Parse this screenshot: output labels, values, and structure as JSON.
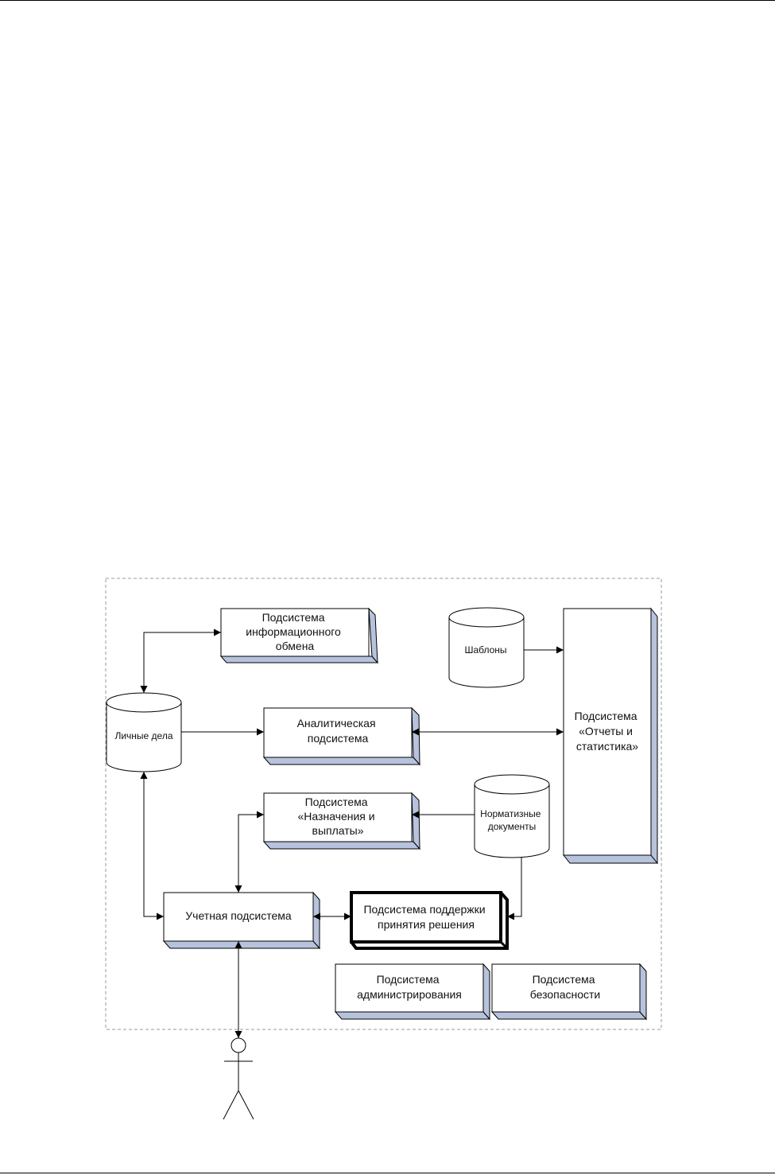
{
  "nodes": {
    "info_exchange": {
      "lines": [
        "Подсистема",
        "информационного",
        "обмена"
      ]
    },
    "templates": {
      "lines": [
        "Шаблоны"
      ]
    },
    "personal_files": {
      "lines": [
        "Личные дела"
      ]
    },
    "analytics": {
      "lines": [
        "Аналитическая",
        "подсистема"
      ]
    },
    "reports": {
      "lines": [
        "Подсистема",
        "«Отчеты и",
        "статистика»"
      ]
    },
    "assignments": {
      "lines": [
        "Подсистема",
        "«Назначения и",
        "выплаты»"
      ]
    },
    "normative_docs": {
      "lines": [
        "Норматизные",
        "документы"
      ]
    },
    "accounting": {
      "lines": [
        "Учетная подсистема"
      ]
    },
    "decision_support": {
      "lines": [
        "Подсистема поддержки",
        "принятия решения"
      ]
    },
    "administration": {
      "lines": [
        "Подсистема",
        "администрирования"
      ]
    },
    "security": {
      "lines": [
        "Подсистема",
        "безопасности"
      ]
    }
  },
  "colors": {
    "box_depth": "#b7c3dd",
    "line": "#000000",
    "frame": "#999999"
  }
}
